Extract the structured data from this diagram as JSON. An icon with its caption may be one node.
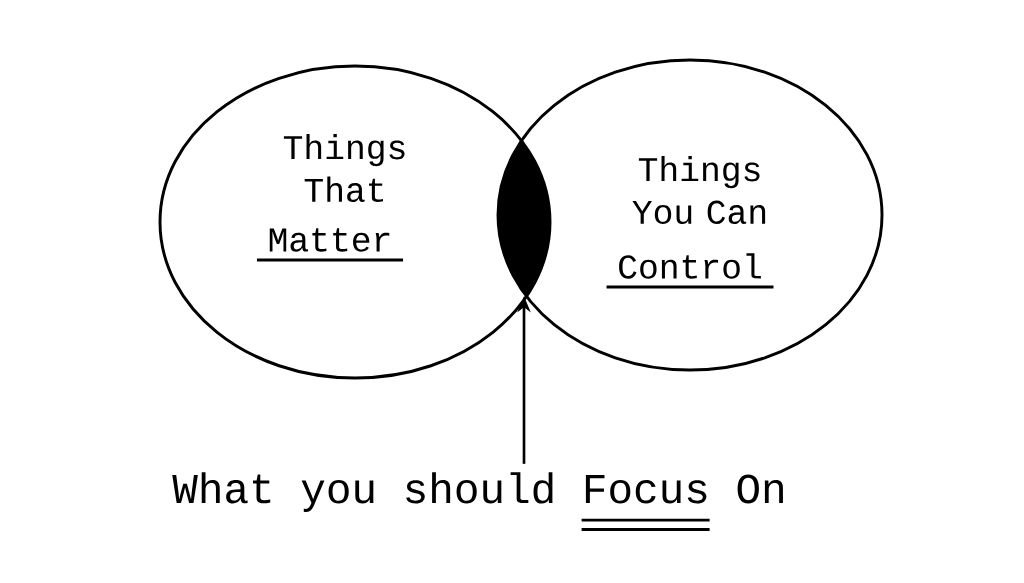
{
  "diagram": {
    "nodes": [
      {
        "text": [
          "Things That",
          "Matter"
        ]
      },
      {
        "text": [
          "Things You Can",
          "Control"
        ]
      },
      {
        "text": [],
        "shape": "lens"
      },
      {
        "text": [
          "What you should Focus On"
        ]
      }
    ],
    "edges": [
      {
        "from": 3,
        "to": 2,
        "arrow": "to"
      }
    ]
  }
}
